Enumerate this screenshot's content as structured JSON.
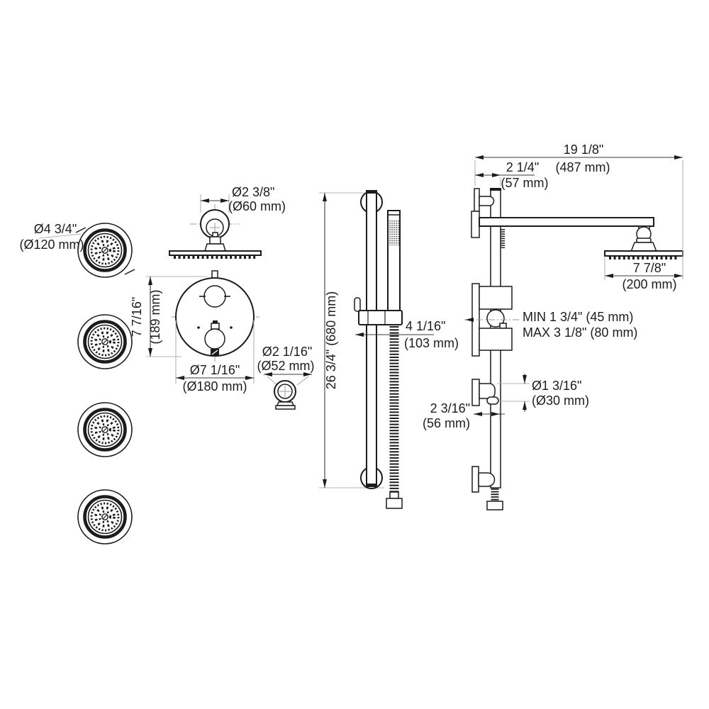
{
  "document": {
    "type": "shower-system-dimension-drawing",
    "line_color": "#1c1c1c",
    "extension_line_color": "#b4b4b4",
    "background": "#ffffff"
  },
  "dimensions": {
    "body_jet_diameter": {
      "inches": "Ø4 3/4\"",
      "metric": "(Ø120 mm)"
    },
    "arm_flange_diameter": {
      "inches": "Ø2 3/8\"",
      "metric": "(Ø60 mm)"
    },
    "valve_plate_height": {
      "inches": "7 7/16\"",
      "metric": "(189 mm)"
    },
    "valve_plate_diameter": {
      "inches": "Ø7 1/16\"",
      "metric": "(Ø180 mm)"
    },
    "outlet_flange_diameter": {
      "inches": "Ø2 1/16\"",
      "metric": "(Ø52 mm)"
    },
    "slide_bar_height": {
      "combined": "26 3/4\" (680 mm)"
    },
    "hand_shower_offset": {
      "inches": "4 1/16\"",
      "metric": "(103 mm)"
    },
    "shower_arm_reach": {
      "inches": "19 1/8\"",
      "metric": "(487 mm)"
    },
    "arm_wall_offset": {
      "inches": "2 1/4\"",
      "metric": "(57 mm)"
    },
    "shower_head_width": {
      "inches": "7 7/8\"",
      "metric": "(200 mm)"
    },
    "valve_depth": {
      "min": "MIN 1 3/4\" (45 mm)",
      "max": "MAX 3 1/8\" (80 mm)"
    },
    "drop_ell_diameter": {
      "inches": "Ø1 3/16\"",
      "metric": "(Ø30 mm)"
    },
    "drop_ell_offset": {
      "inches": "2 3/16\"",
      "metric": "(56 mm)"
    }
  }
}
